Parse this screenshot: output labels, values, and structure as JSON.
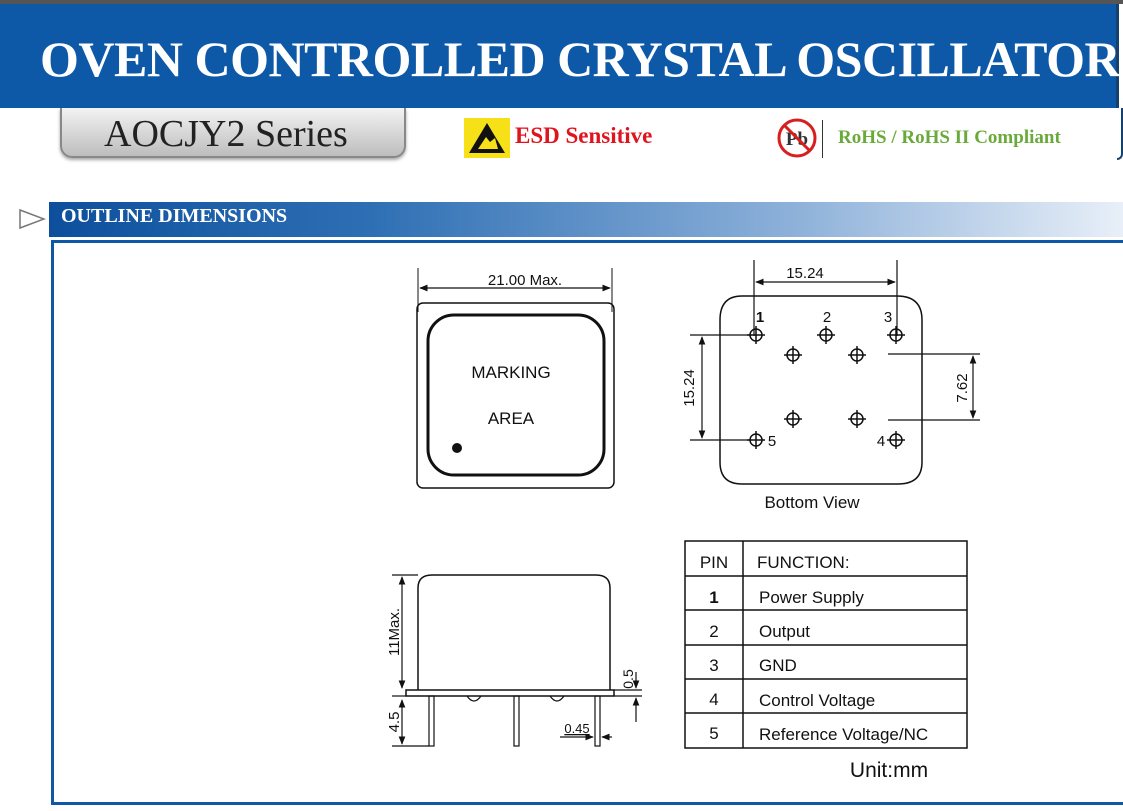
{
  "header": {
    "title": "OVEN CONTROLLED CRYSTAL OSCILLATOR"
  },
  "series": {
    "label": "AOCJY2 Series"
  },
  "badges": {
    "esd_label": "ESD Sensitive",
    "esd_icon": "esd-warning-icon",
    "pb_text": "Pb",
    "pb_icon": "no-lead-icon",
    "rohs_label": "RoHS / RoHS II Compliant"
  },
  "section": {
    "title": "OUTLINE DIMENSIONS",
    "icon": "arrow-right-icon"
  },
  "top_view": {
    "width_dim": "21.00 Max.",
    "marking_line1": "MARKING",
    "marking_line2": "AREA"
  },
  "bottom_view": {
    "caption": "Bottom View",
    "dim_top": "15.24",
    "dim_left": "15.24",
    "dim_right": "7.62",
    "pins": {
      "p1": "1",
      "p2": "2",
      "p3": "3",
      "p4": "4",
      "p5": "5"
    }
  },
  "side_view": {
    "height_dim": "11Max.",
    "pin_length_dim": "4.5",
    "standoff_dim": "0.5",
    "pin_dia_dim": "0.45"
  },
  "pin_table": {
    "headers": [
      "PIN",
      "FUNCTION:"
    ],
    "rows": [
      {
        "pin": "1",
        "function": "Power Supply"
      },
      {
        "pin": "2",
        "function": "Output"
      },
      {
        "pin": "3",
        "function": "GND"
      },
      {
        "pin": "4",
        "function": "Control Voltage"
      },
      {
        "pin": "5",
        "function": "Reference Voltage/NC"
      }
    ]
  },
  "unit": "Unit:mm",
  "colors": {
    "brand_blue": "#0d59a7",
    "esd_red": "#e0141e",
    "rohs_green": "#6aaa3a"
  }
}
